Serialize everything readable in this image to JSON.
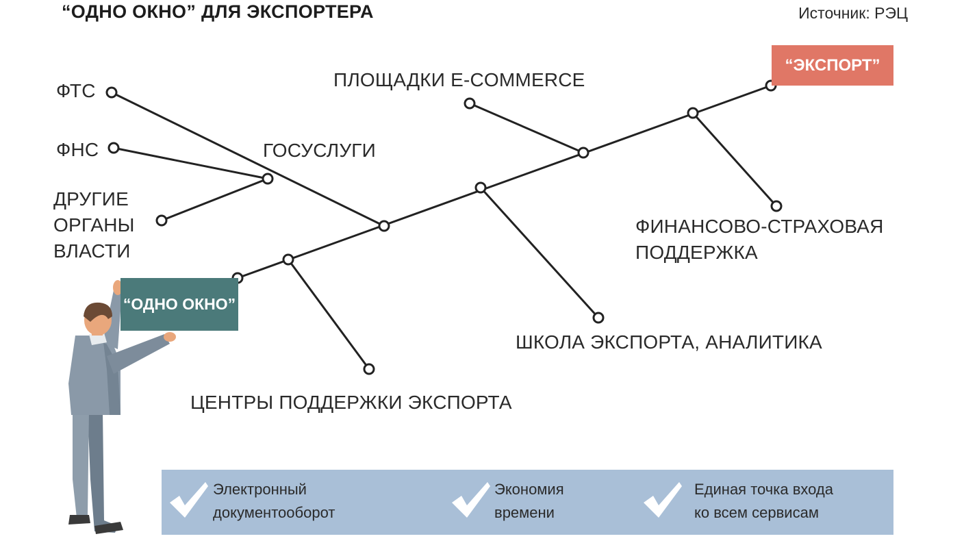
{
  "header": {
    "title": "“ОДНО ОКНО” ДЛЯ ЭКСПОРТЕРА",
    "source": "Источник: РЭЦ"
  },
  "boxes": {
    "export": "“ЭКСПОРТ”",
    "one_window": "“ОДНО ОКНО”"
  },
  "nodes": {
    "fts": "ФТС",
    "fns": "ФНС",
    "other_authorities": "ДРУГИЕ\nОРГАНЫ\nВЛАСТИ",
    "gosuslugi": "ГОСУСЛУГИ",
    "ecommerce": "ПЛОЩАДКИ E-COMMERCE",
    "finance_insurance": "ФИНАНСОВО-СТРАХОВАЯ\nПОДДЕРЖКА",
    "school_analytics": "ШКОЛА ЭКСПОРТА, АНАЛИТИКА",
    "support_centers": "ЦЕНТРЫ ПОДДЕРЖКИ ЭКСПОРТА"
  },
  "benefits": [
    {
      "text": "Электронный\nдокументооборот",
      "icon": "checkmark-icon"
    },
    {
      "text": "Экономия\nвремени",
      "icon": "checkmark-icon"
    },
    {
      "text": "Единая точка входа\nко всем сервисам",
      "icon": "checkmark-icon"
    }
  ],
  "colors": {
    "export_box": "#e07766",
    "one_window_box": "#4b7a7a",
    "benefits_band": "#a9bfd7",
    "lines": "#222222"
  }
}
